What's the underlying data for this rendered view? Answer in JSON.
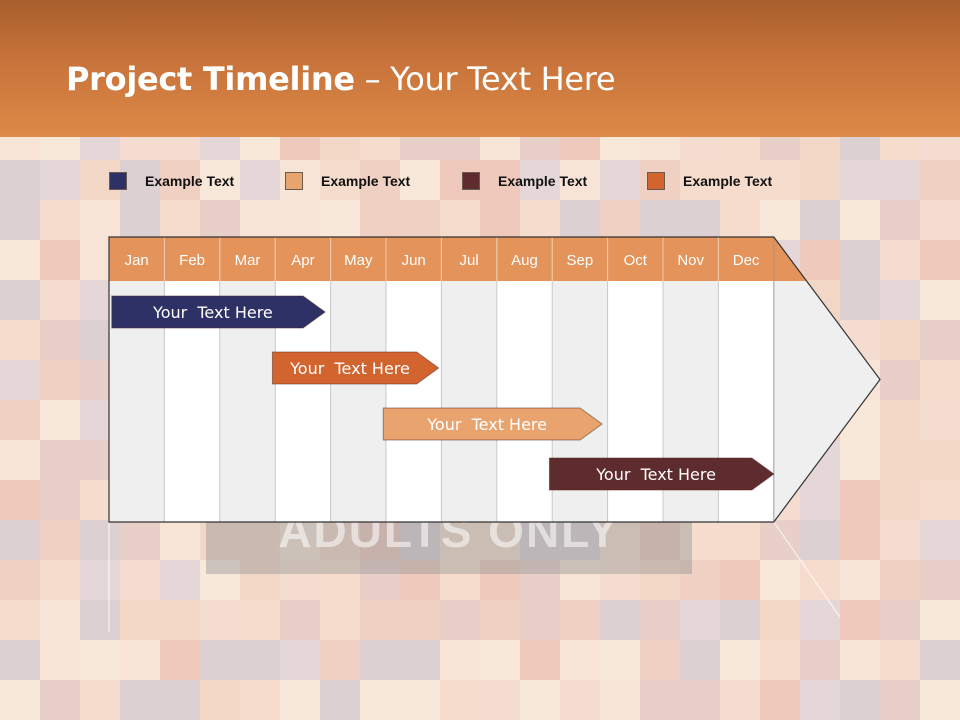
{
  "slide": {
    "title_bold": "Project Timeline",
    "title_rest": " – Your Text Here",
    "watermark": "ADULTS ONLY"
  },
  "legend": [
    {
      "label": "Example Text",
      "color": "#2e3166"
    },
    {
      "label": "Example Text",
      "color": "#e9a36f"
    },
    {
      "label": "Example Text",
      "color": "#5e2c2e"
    },
    {
      "label": "Example Text",
      "color": "#d2652f"
    }
  ],
  "colors": {
    "header_bar": "#dc8a48",
    "month_header": "#e4935a",
    "column_light": "#ffffff",
    "column_shade": "#efefef",
    "grid_line": "#c8c8c8",
    "outline": "#333333"
  },
  "chart_data": {
    "type": "gantt",
    "months": [
      "Jan",
      "Feb",
      "Mar",
      "Apr",
      "May",
      "Jun",
      "Jul",
      "Aug",
      "Sep",
      "Oct",
      "Nov",
      "Dec"
    ],
    "tasks": [
      {
        "label": "Your  Text Here",
        "start": 0.05,
        "end": 3.9,
        "color": "#2e3166"
      },
      {
        "label": "Your  Text Here",
        "start": 2.95,
        "end": 5.95,
        "color": "#d2652f"
      },
      {
        "label": "Your  Text Here",
        "start": 4.95,
        "end": 8.9,
        "color": "#e9a36f"
      },
      {
        "label": "Your  Text Here",
        "start": 7.95,
        "end": 12.0,
        "color": "#5e2c2e"
      }
    ]
  }
}
